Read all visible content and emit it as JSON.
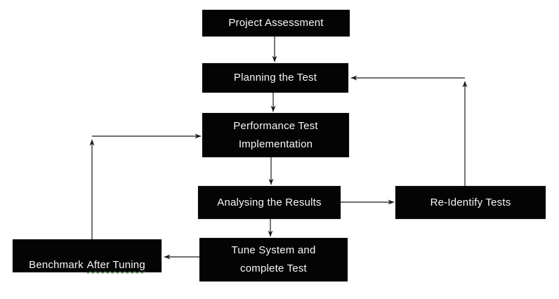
{
  "colors": {
    "background": "#ffffff",
    "node_fill": "#040404",
    "node_text": "#f8f8f8",
    "connector": "#1a1a1a",
    "spellcheck_underline": "#3c7a3c"
  },
  "diagram": {
    "type": "flowchart",
    "nodes": [
      {
        "id": "project-assessment",
        "label": "Project Assessment"
      },
      {
        "id": "planning-the-test",
        "label": "Planning the Test"
      },
      {
        "id": "performance-test-implementation",
        "label": "Performance Test\nImplementation"
      },
      {
        "id": "analysing-the-results",
        "label": "Analysing the Results"
      },
      {
        "id": "tune-system-and-complete-test",
        "label": "Tune System and\ncomplete Test"
      },
      {
        "id": "benchmark-after-tuning",
        "label": "Benchmark After Tuning",
        "label_part1": "Benchmark",
        "label_part2": "After Tuning"
      },
      {
        "id": "re-identify-tests",
        "label": "Re-Identify Tests"
      }
    ],
    "edges": [
      {
        "from": "project-assessment",
        "to": "planning-the-test",
        "shape": "straight-down"
      },
      {
        "from": "planning-the-test",
        "to": "performance-test-implementation",
        "shape": "straight-down"
      },
      {
        "from": "performance-test-implementation",
        "to": "analysing-the-results",
        "shape": "straight-down"
      },
      {
        "from": "analysing-the-results",
        "to": "tune-system-and-complete-test",
        "shape": "straight-down"
      },
      {
        "from": "analysing-the-results",
        "to": "re-identify-tests",
        "shape": "straight-right"
      },
      {
        "from": "re-identify-tests",
        "to": "planning-the-test",
        "shape": "elbow-up-left"
      },
      {
        "from": "tune-system-and-complete-test",
        "to": "benchmark-after-tuning",
        "shape": "straight-left"
      },
      {
        "from": "benchmark-after-tuning",
        "to": "performance-test-implementation",
        "shape": "elbow-up-right"
      }
    ]
  }
}
